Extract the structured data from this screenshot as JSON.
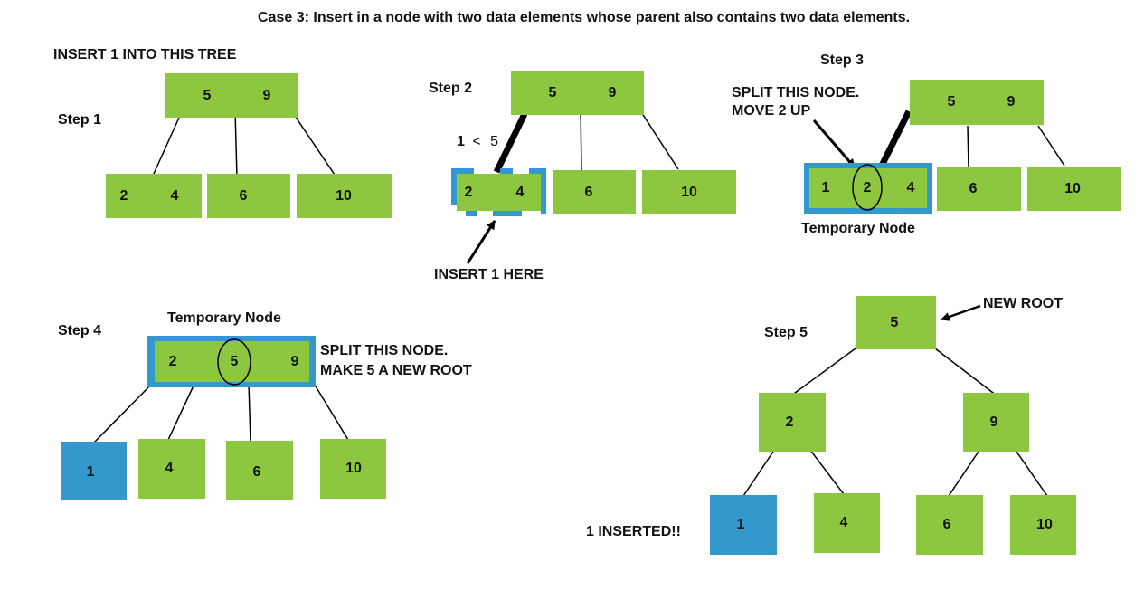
{
  "title": "Case 3: Insert in a node with two data elements whose parent also contains two data elements.",
  "step1": {
    "heading": "INSERT  1  INTO  THIS  TREE",
    "label": "Step 1",
    "root": [
      "5",
      "9"
    ],
    "children": [
      [
        "2",
        "4"
      ],
      [
        "6"
      ],
      [
        "10"
      ]
    ]
  },
  "step2": {
    "label": "Step 2",
    "root": [
      "5",
      "9"
    ],
    "children": [
      [
        "2",
        "4"
      ],
      [
        "6"
      ],
      [
        "10"
      ]
    ],
    "compare_left": "1",
    "compare_op": "<",
    "compare_right": "5",
    "insert_note": "INSERT 1 HERE"
  },
  "step3": {
    "label": "Step 3",
    "split_note_line1": "SPLIT  THIS  NODE.",
    "split_note_line2": "MOVE 2 UP",
    "root": [
      "5",
      "9"
    ],
    "temp_node": [
      "1",
      "2",
      "4"
    ],
    "children": [
      [
        "6"
      ],
      [
        "10"
      ]
    ],
    "temp_label": "Temporary Node"
  },
  "step4": {
    "label": "Step 4",
    "temp_label": "Temporary Node",
    "temp_node": [
      "2",
      "5",
      "9"
    ],
    "split_note_line1": "SPLIT  THIS  NODE.",
    "split_note_line2": "MAKE 5 A NEW ROOT",
    "children": [
      "1",
      "4",
      "6",
      "10"
    ]
  },
  "step5": {
    "label": "Step 5",
    "root": "5",
    "root_note": "NEW ROOT",
    "level2": [
      "2",
      "9"
    ],
    "leaves": [
      "1",
      "4",
      "6",
      "10"
    ],
    "inserted_note": "1  INSERTED!!"
  },
  "colors": {
    "node": "#8dc63f",
    "highlight": "#3399cc",
    "line": "#000000"
  }
}
